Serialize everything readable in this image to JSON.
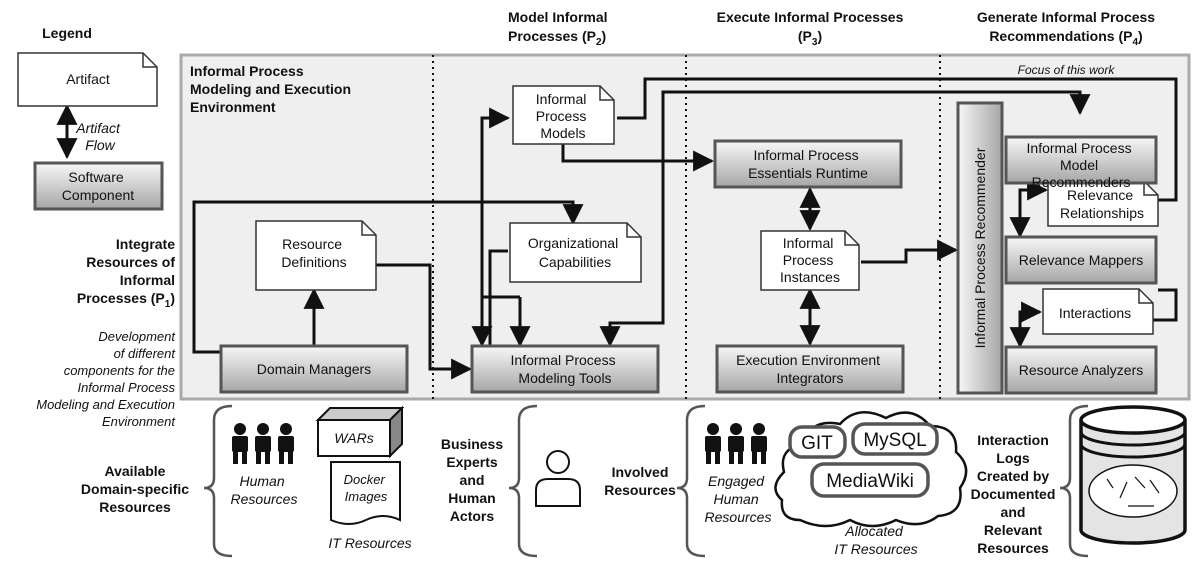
{
  "legend": {
    "title": "Legend",
    "artifact": "Artifact",
    "flow": [
      "Artifact",
      "Flow"
    ],
    "software": [
      "Software",
      "Component"
    ]
  },
  "phases": {
    "p1": {
      "lines": [
        "Integrate",
        "Resources of",
        "Informal",
        "Processes (P"
      ],
      "sub": "1",
      "close": ")"
    },
    "p1_desc": [
      "Development",
      "of different",
      "components for the",
      "Informal Process",
      "Modeling and Execution",
      "Environment"
    ],
    "p2": {
      "lines": [
        "Model Informal",
        "Processes (P"
      ],
      "sub": "2",
      "close": ")"
    },
    "p3": {
      "lines": [
        "Execute Informal Processes",
        "(P"
      ],
      "sub": "3",
      "close": ")"
    },
    "p4": {
      "lines": [
        "Generate Informal Process",
        "Recommendations (P"
      ],
      "sub": "4",
      "close": ")"
    }
  },
  "environment_title": [
    "Informal Process",
    "Modeling and Execution",
    "Environment"
  ],
  "focus": "Focus of this work",
  "artifacts": {
    "models": [
      "Informal",
      "Process",
      "Models"
    ],
    "resource_defs": [
      "Resource",
      "Definitions"
    ],
    "org_caps": [
      "Organizational",
      "Capabilities"
    ],
    "instances": [
      "Informal",
      "Process",
      "Instances"
    ],
    "relevance_rel": [
      "Relevance",
      "Relationships"
    ],
    "interactions": [
      "Interactions"
    ]
  },
  "components": {
    "domain_managers": [
      "Domain Managers"
    ],
    "modeling_tools": [
      "Informal Process",
      "Modeling Tools"
    ],
    "runtime": [
      "Informal Process",
      "Essentials Runtime"
    ],
    "integrators": [
      "Execution Environment",
      "Integrators"
    ],
    "recommender": "Informal Process Recommender",
    "model_recommenders": [
      "Informal Process",
      "Model",
      "Recommenders"
    ],
    "relevance_mappers": [
      "Relevance Mappers"
    ],
    "resource_analyzers": [
      "Resource Analyzers"
    ]
  },
  "bottom": {
    "available": [
      "Available",
      "Domain-specific",
      "Resources"
    ],
    "human": [
      "Human",
      "Resources"
    ],
    "wars": "WARs",
    "docker": [
      "Docker",
      "Images"
    ],
    "it": "IT Resources",
    "business": [
      "Business",
      "Experts",
      "and",
      "Human",
      "Actors"
    ],
    "involved": [
      "Involved",
      "Resources"
    ],
    "engaged": [
      "Engaged",
      "Human",
      "Resources"
    ],
    "git": "GIT",
    "mysql": "MySQL",
    "mediawiki": "MediaWiki",
    "allocated": [
      "Allocated",
      "IT Resources"
    ],
    "logs": [
      "Interaction",
      "Logs",
      "Created by",
      "Documented",
      "and",
      "Relevant",
      "Resources"
    ]
  },
  "colors": {
    "panel": "#efefef",
    "panelBorder": "#aaaaaa",
    "compTop": "#f6f6f6",
    "compBottom": "#a8a8a8"
  }
}
